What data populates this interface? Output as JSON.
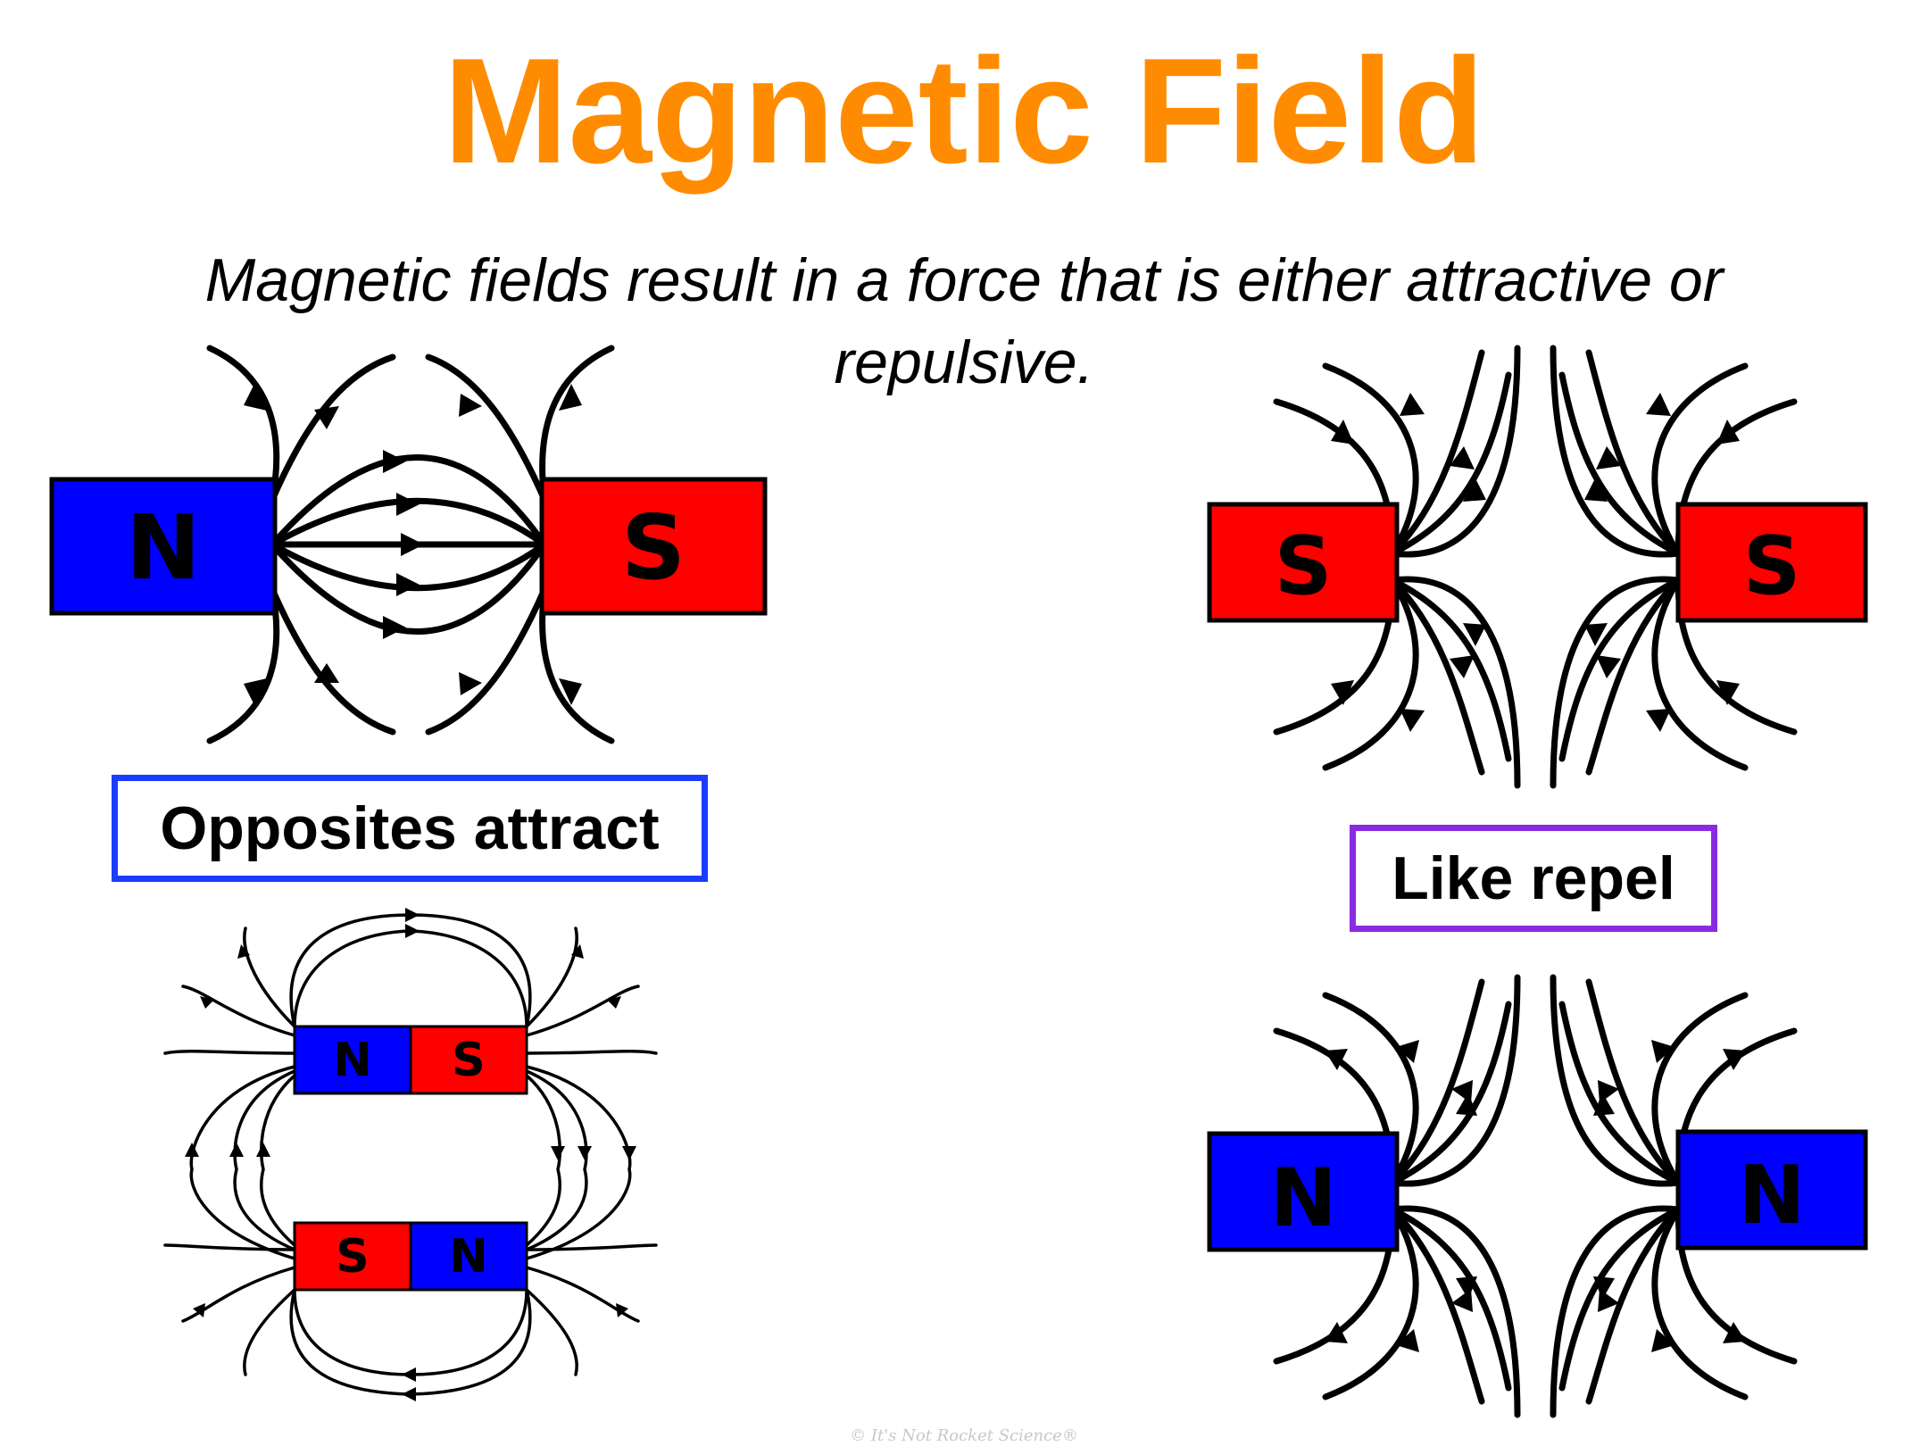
{
  "title": "Magnetic Field",
  "subtitle": "Magnetic fields result in a force that is either attractive or repulsive.",
  "captions": {
    "opposites": "Opposites attract",
    "like": "Like repel"
  },
  "diagrams": {
    "opposites_top": {
      "left_pole": "N",
      "right_pole": "S"
    },
    "like_south": {
      "left_pole": "S",
      "right_pole": "S"
    },
    "like_north": {
      "left_pole": "N",
      "right_pole": "N"
    },
    "stacked": {
      "top_magnet": {
        "left_pole": "N",
        "right_pole": "S"
      },
      "bottom_magnet": {
        "left_pole": "S",
        "right_pole": "N"
      }
    }
  },
  "colors": {
    "title": "#FF8C00",
    "north": "#0000ff",
    "south": "#ff0000",
    "opposites_border": "#1a3cff",
    "like_border": "#8a2be2",
    "field_line": "#000000"
  },
  "watermark": "© It's Not Rocket Science®"
}
